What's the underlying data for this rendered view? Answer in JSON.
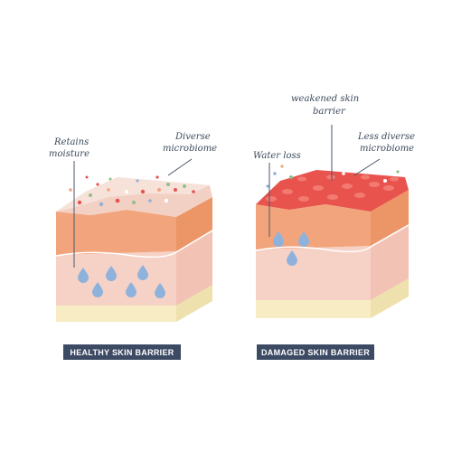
{
  "healthy": {
    "badge": "HEALTHY SKIN BARRIER",
    "label_retains_1": "Retains",
    "label_retains_2": "moisture",
    "label_diverse_1": "Diverse",
    "label_diverse_2": "microbiome"
  },
  "damaged": {
    "badge": "DAMAGED SKIN BARRIER",
    "label_weakened_1": "weakened skin",
    "label_weakened_2": "barrier",
    "label_water_loss": "Water loss",
    "label_less_1": "Less diverse",
    "label_less_2": "microbiome"
  },
  "colors": {
    "badge_bg": "#3d4a63",
    "cream": "#f7ecc4",
    "pink": "#f6d2c6",
    "orange": "#f2a57c",
    "red": "#e9534e",
    "drop": "#8fb2dc",
    "line": "#4a5568"
  }
}
